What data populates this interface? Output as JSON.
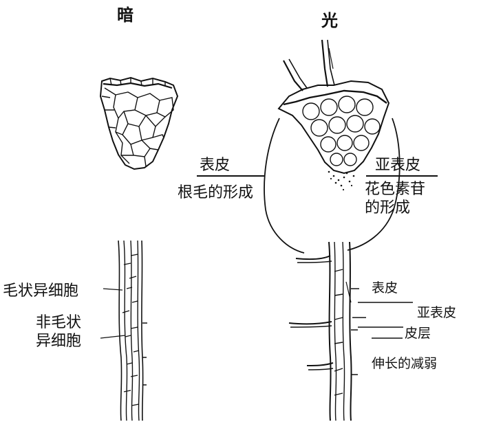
{
  "panels": {
    "dark": {
      "title": "暗",
      "labels": {
        "hair_cell": "毛状异细胞",
        "non_hair_cell_line1": "非毛状",
        "non_hair_cell_line2": "异细胞"
      }
    },
    "light": {
      "title": "光",
      "labels": {
        "epidermis": "表皮",
        "root_hair_formation": "根毛的形成",
        "subepidermis": "亚表皮",
        "anthocyanin_line1": "花色素苷",
        "anthocyanin_line2": "的形成",
        "epidermis_lower": "表皮",
        "subepidermis_lower": "亚表皮",
        "cortex": "皮层",
        "reduced_elongation": "伸长的减弱"
      }
    }
  },
  "colors": {
    "ink": "#111111",
    "background": "#ffffff"
  }
}
